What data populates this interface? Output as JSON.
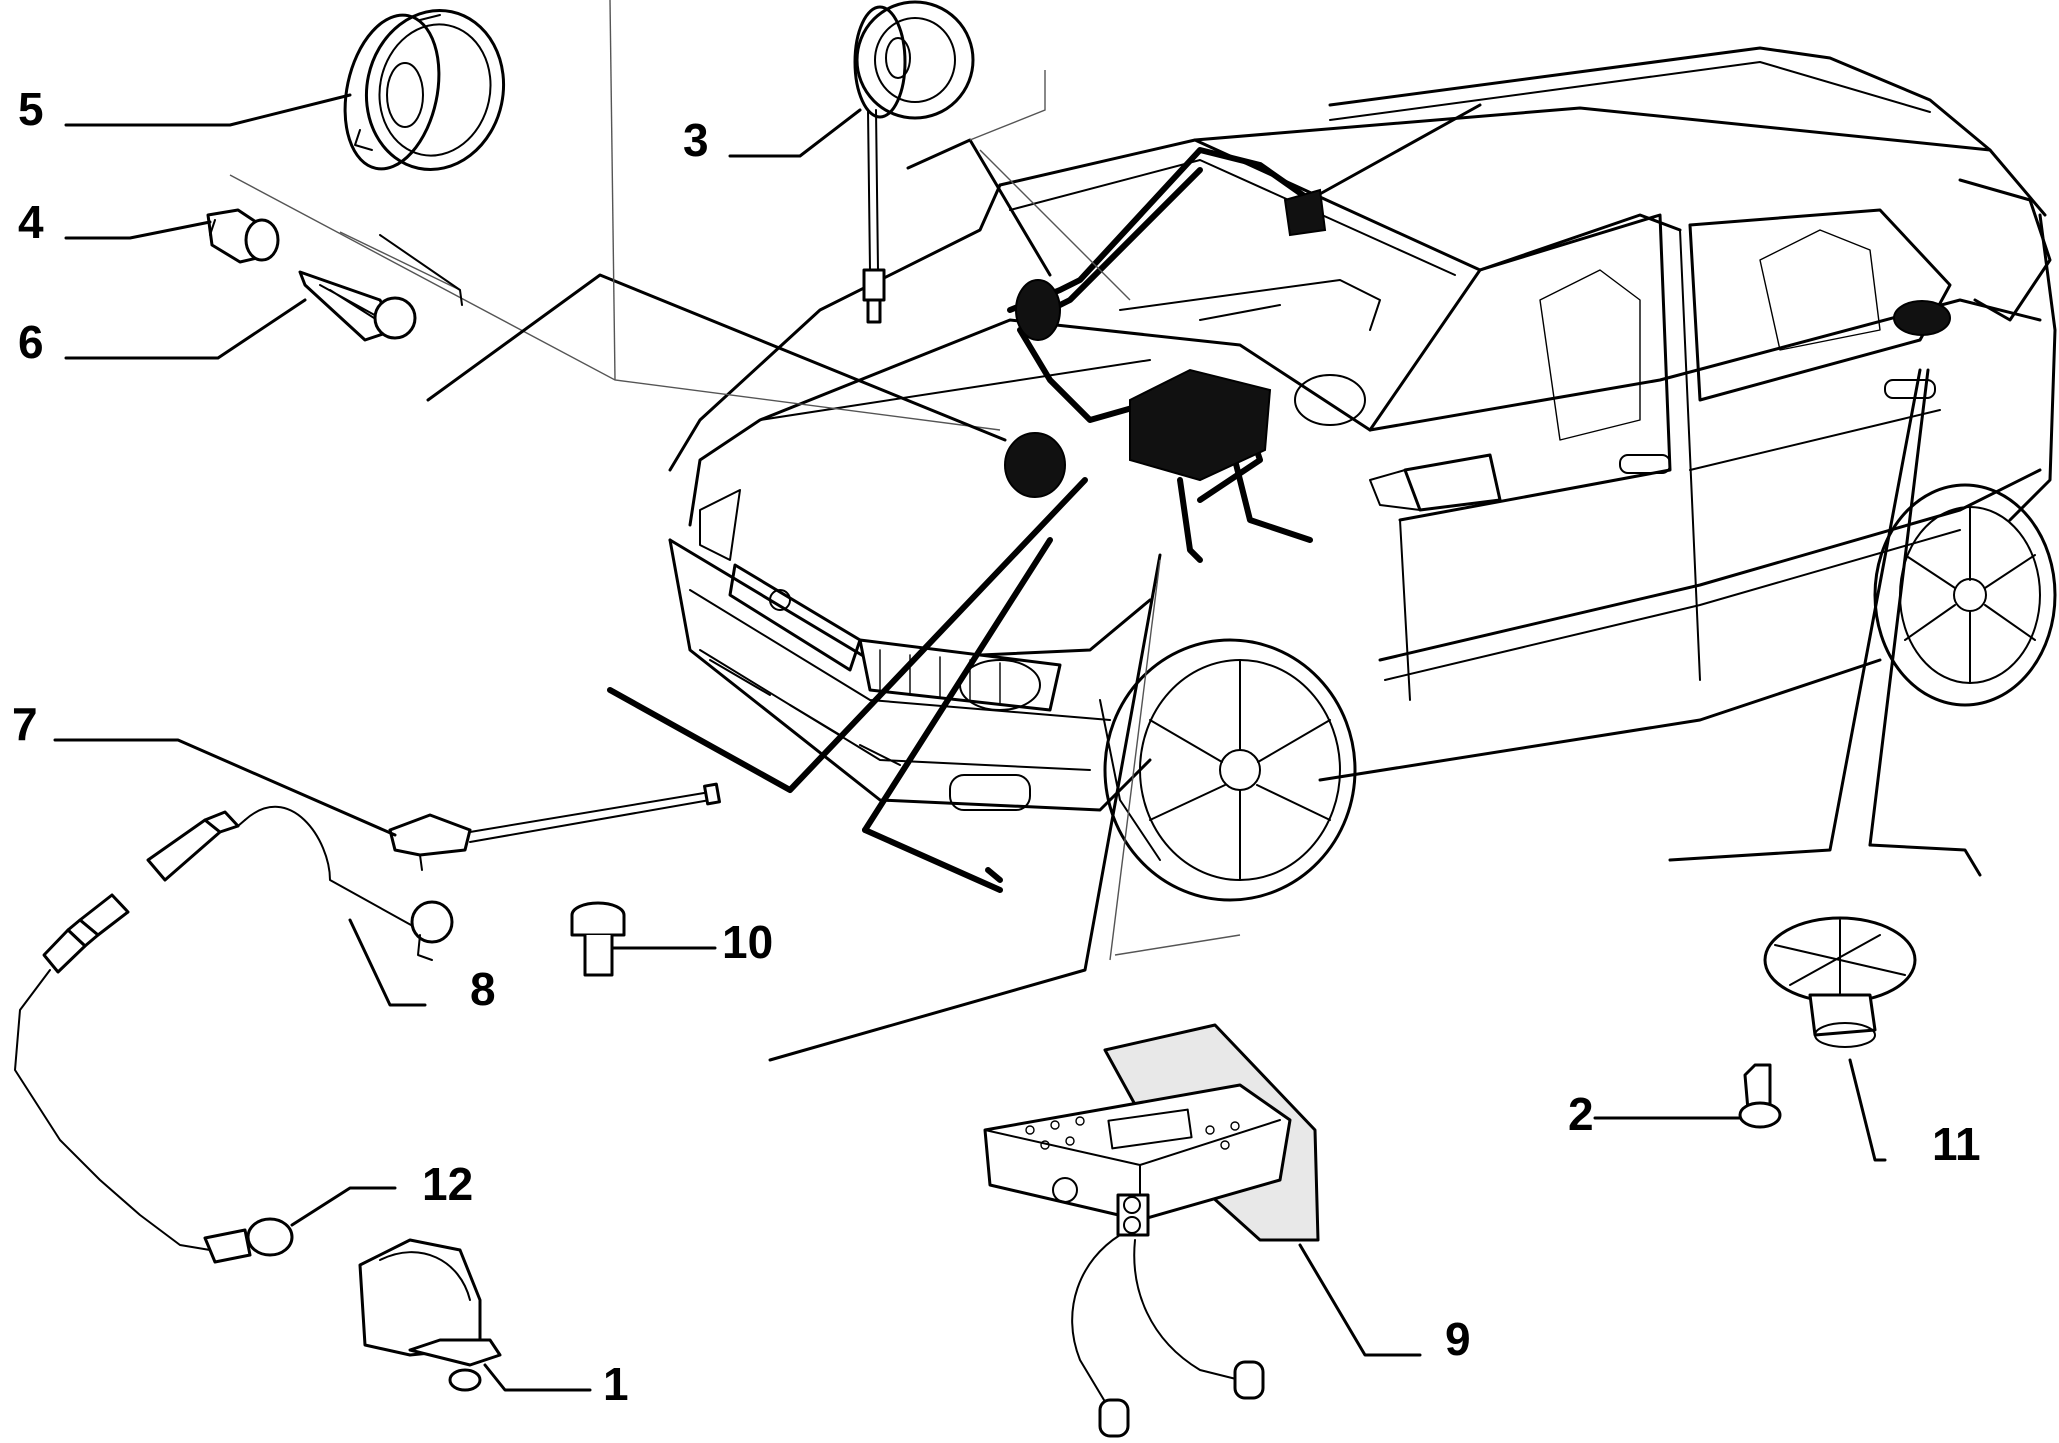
{
  "callouts": {
    "c1": "1",
    "c2": "2",
    "c3": "3",
    "c4": "4",
    "c5": "5",
    "c6": "6",
    "c7": "7",
    "c8": "8",
    "c9": "9",
    "c10": "10",
    "c11": "11",
    "c12": "12"
  },
  "icons": {
    "vehicle": "hatchback-car-icon",
    "radio": "radio-unit-icon",
    "speaker": "speaker-icon"
  },
  "colors": {
    "line": "#000000",
    "background": "#ffffff"
  }
}
